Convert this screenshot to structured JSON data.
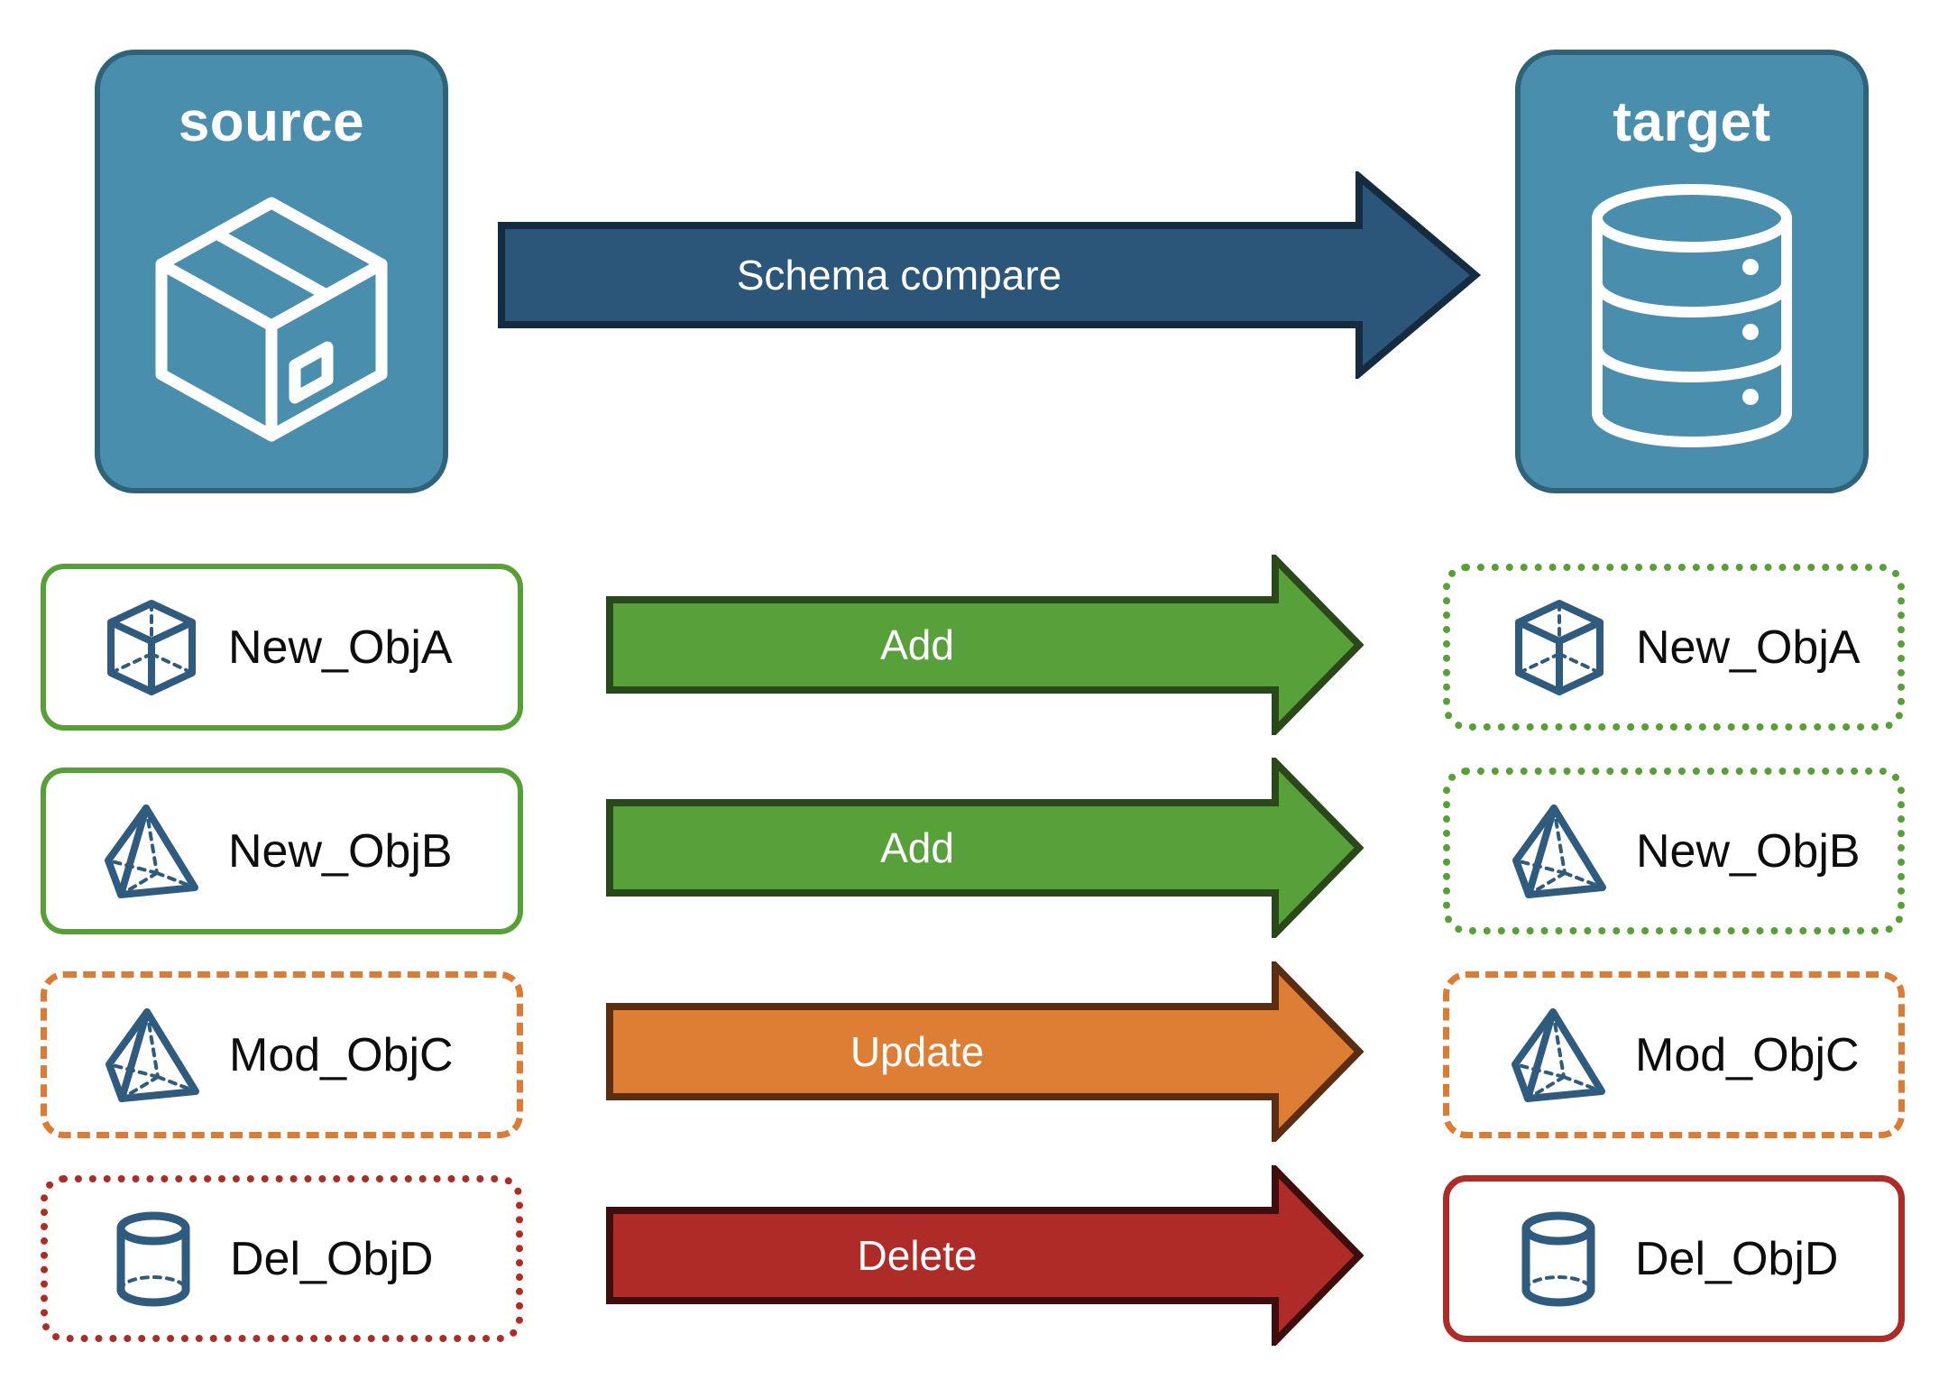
{
  "diagram": {
    "title": "Schema compare between source and target",
    "background": "#ffffff"
  },
  "endpoints": {
    "source": {
      "label": "source",
      "icon": "package-box-icon",
      "fill": "#4A8EAE",
      "border": "#2E6379",
      "text_color": "#ffffff"
    },
    "target": {
      "label": "target",
      "icon": "database-cylinder-icon",
      "fill": "#4A8EAE",
      "border": "#2E6379",
      "text_color": "#ffffff"
    }
  },
  "main_arrow": {
    "label": "Schema compare",
    "fill": "#2B5579",
    "border": "#152B40",
    "text_color": "#ffffff"
  },
  "rows": [
    {
      "action": "Add",
      "arrow_fill": "#58A03A",
      "arrow_border": "#29491A",
      "source": {
        "label": "New_ObjA",
        "icon": "wireframe-cube-icon",
        "border_color": "#57A036",
        "border_style": "solid"
      },
      "target": {
        "label": "New_ObjA",
        "icon": "wireframe-cube-icon",
        "border_color": "#57A036",
        "border_style": "dotted"
      }
    },
    {
      "action": "Add",
      "arrow_fill": "#58A03A",
      "arrow_border": "#29491A",
      "source": {
        "label": "New_ObjB",
        "icon": "wireframe-pyramid-icon",
        "border_color": "#57A036",
        "border_style": "solid"
      },
      "target": {
        "label": "New_ObjB",
        "icon": "wireframe-pyramid-icon",
        "border_color": "#57A036",
        "border_style": "dotted"
      }
    },
    {
      "action": "Update",
      "arrow_fill": "#DE7E35",
      "arrow_border": "#5B2D12",
      "source": {
        "label": "Mod_ObjC",
        "icon": "wireframe-pyramid-icon",
        "border_color": "#DD7B32",
        "border_style": "dashed"
      },
      "target": {
        "label": "Mod_ObjC",
        "icon": "wireframe-pyramid-icon",
        "border_color": "#DD7B32",
        "border_style": "dashed"
      }
    },
    {
      "action": "Delete",
      "arrow_fill": "#AE2B27",
      "arrow_border": "#3E0E0C",
      "source": {
        "label": "Del_ObjD",
        "icon": "wireframe-cylinder-icon",
        "border_color": "#B02A26",
        "border_style": "dotted"
      },
      "target": {
        "label": "Del_ObjD",
        "icon": "wireframe-cylinder-icon",
        "border_color": "#B02A26",
        "border_style": "solid"
      }
    }
  ],
  "icon_color": "#2F5C7E"
}
